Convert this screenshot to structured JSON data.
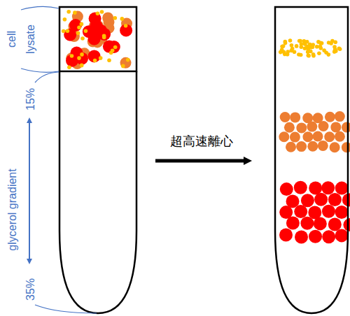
{
  "diagram": {
    "labels": [
      "cell",
      "lysate",
      "15%",
      "glycerol gradient",
      "35%",
      "超高速離心"
    ]
  }
}
